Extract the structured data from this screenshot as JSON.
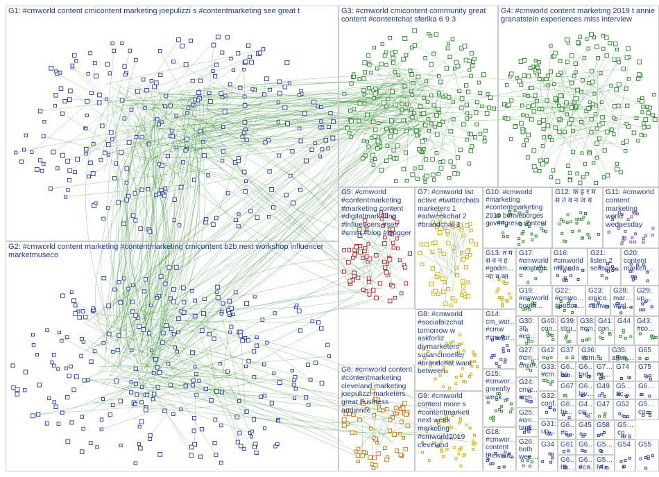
{
  "colors": {
    "background": "#ffffff",
    "border": "#c9c9c9",
    "label": "#1f3a8a",
    "edge": "#2e8b2e",
    "node_fill": "#ffffff",
    "node_stroke_blue": "#1f2f9e",
    "node_stroke_green": "#1e7d1e",
    "node_stroke_red": "#a81818",
    "node_stroke_orange": "#c06a00",
    "node_stroke_yellow": "#c8a400",
    "node_stroke_purple": "#7a3fa0"
  },
  "groups": [
    {
      "id": "G1",
      "label": "G1: #cmworld content cmicontent marketing joepulizzi s #contentmarketing see great t"
    },
    {
      "id": "G2",
      "label": "G2: #cmworld content marketing #contentmarketing cmicontent b2b next workshop influencer marketmuseco"
    },
    {
      "id": "G3",
      "label": "G3: #cmworld cmicontent community great content #contentchat sferika 6 9 3"
    },
    {
      "id": "G4",
      "label": "G4: #cmworld content marketing 2019 t annie granatstein experiences miss interview"
    },
    {
      "id": "G5",
      "label": "G5: #cmworld #contentmarketing #marketing content #digitalmarketing #influencers #seo #smm #blog #blogger"
    },
    {
      "id": "G6",
      "label": "G6: #cmworld content #contentmarketing cleveland marketing joepulizzi marketers great business audience"
    },
    {
      "id": "G7",
      "label": "G7: #cmworld list active #twitterchats marketers 1 #adweekchat 2 #brandchat 3"
    },
    {
      "id": "G8",
      "label": "G8: #cmworld #socialbizchat tomorrow w askforliz diymarketers susancmoeller #brandchat want between"
    },
    {
      "id": "G9",
      "label": "G9: #cmworld content more s #contentmarketi next week marketing #cmworld2019 cleveland"
    },
    {
      "id": "G10",
      "label": "G10: #cmworld #marketing #contentmarketing 2019 bernieborges govengreso content"
    },
    {
      "id": "G12",
      "label": "G12: क ह र म स त व न ज य"
    },
    {
      "id": "G11",
      "label": "G11: #cmworld content marketing world wednesday"
    },
    {
      "id": "G13",
      "label": "G13: त म स व न ह #godm… न्या ब ब्स"
    },
    {
      "id": "G17",
      "label": "G17: #cmworld #content…"
    },
    {
      "id": "G16",
      "label": "G16: #cmworld millanda…"
    },
    {
      "id": "G21",
      "label": "G21: listen 2 season…"
    },
    {
      "id": "G20",
      "label": "G20: content marketi…"
    },
    {
      "id": "G19",
      "label": "G19: #cmworld booth…"
    },
    {
      "id": "G22",
      "label": "G22: #cmwo… #podca…"
    },
    {
      "id": "G23",
      "label": "G23: cmico… #cmw…"
    },
    {
      "id": "G28",
      "label": "G28: mar… worl…"
    },
    {
      "id": "G29",
      "label": "G29: up…"
    },
    {
      "id": "G14",
      "label": "G14: cm_wor… #cmw #cmwor…"
    },
    {
      "id": "G30",
      "label": "G30: 30 #co…"
    },
    {
      "id": "G40",
      "label": "G40: con…"
    },
    {
      "id": "G39",
      "label": "G39: stru…"
    },
    {
      "id": "G38",
      "label": "G38: #cm…"
    },
    {
      "id": "G41",
      "label": "G41: con…"
    },
    {
      "id": "G44",
      "label": "G44"
    },
    {
      "id": "G43",
      "label": "G43: #co…"
    },
    {
      "id": "G27",
      "label": "G27: #cm… cmic…"
    },
    {
      "id": "G42",
      "label": "G42"
    },
    {
      "id": "G37",
      "label": "G37"
    },
    {
      "id": "G36",
      "label": "G36: #cm…"
    },
    {
      "id": "G35",
      "label": "G35: atten…"
    },
    {
      "id": "G65",
      "label": "G65"
    },
    {
      "id": "G24",
      "label": "G24: cmic… #cm…"
    },
    {
      "id": "G6a",
      "label": "G6… bo…"
    },
    {
      "id": "G6b",
      "label": "G6… tod…"
    },
    {
      "id": "G7a",
      "label": "G7… #c…"
    },
    {
      "id": "G74",
      "label": "G74"
    },
    {
      "id": "G75",
      "label": "G75"
    },
    {
      "id": "G33",
      "label": "G33: #cm…"
    },
    {
      "id": "G15",
      "label": "G15: #cmwor… greenfly week…"
    },
    {
      "id": "G32",
      "label": "G32: conf…"
    },
    {
      "id": "G67",
      "label": "G67"
    },
    {
      "id": "G6c",
      "label": "G6… lov…"
    },
    {
      "id": "G49",
      "label": "G49"
    },
    {
      "id": "G5a",
      "label": "G5… #c…"
    },
    {
      "id": "G6d",
      "label": "G6…"
    },
    {
      "id": "G25",
      "label": "G25: #cm… tam…"
    },
    {
      "id": "G6e",
      "label": "G6… hi…"
    },
    {
      "id": "G4a",
      "label": "G4… co…"
    },
    {
      "id": "G47",
      "label": "G47"
    },
    {
      "id": "G52",
      "label": "G52"
    },
    {
      "id": "G5b",
      "label": "G5… co…"
    },
    {
      "id": "G31",
      "label": "G31: up…"
    },
    {
      "id": "G6f",
      "label": "G6… #c…"
    },
    {
      "id": "G45",
      "label": "G45"
    },
    {
      "id": "G58",
      "label": "G58"
    },
    {
      "id": "G5c",
      "label": "G5… co…"
    },
    {
      "id": "G18",
      "label": "G18: #cmwor… content brewnut…"
    },
    {
      "id": "G26",
      "label": "G26: both wee…"
    },
    {
      "id": "G61",
      "label": "G61"
    },
    {
      "id": "G6g",
      "label": "G6…"
    },
    {
      "id": "G5d",
      "label": "G5…"
    },
    {
      "id": "G34",
      "label": "G34"
    },
    {
      "id": "G6h",
      "label": "G6… ha…"
    },
    {
      "id": "G6i",
      "label": "G6… #c…"
    },
    {
      "id": "G5e",
      "label": "G5… hil…"
    },
    {
      "id": "G54",
      "label": "G54"
    },
    {
      "id": "G55",
      "label": "G55"
    }
  ]
}
